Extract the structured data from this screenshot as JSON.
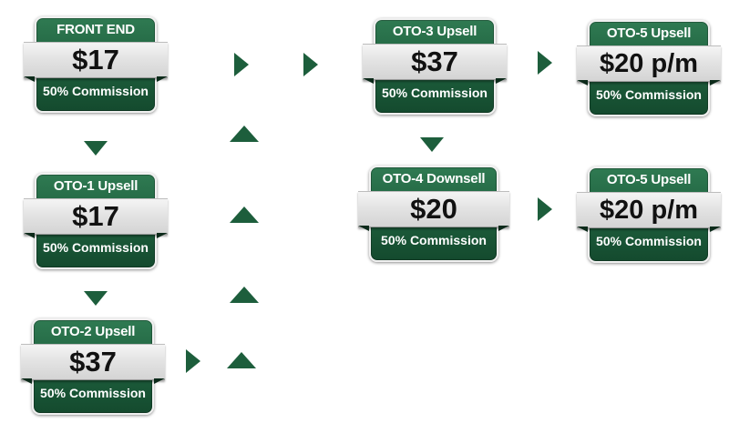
{
  "colors": {
    "card_green": "#1d5e3c",
    "arrow_green": "#1d5e3c",
    "ribbon": "#e2e2e2"
  },
  "cards": [
    {
      "title": "FRONT END",
      "price": "$17",
      "commission": "50% Commission"
    },
    {
      "title": "OTO-1 Upsell",
      "price": "$17",
      "commission": "50% Commission"
    },
    {
      "title": "OTO-2 Upsell",
      "price": "$37",
      "commission": "50% Commission"
    },
    {
      "title": "OTO-3 Upsell",
      "price": "$37",
      "commission": "50% Commission"
    },
    {
      "title": "OTO-4 Downsell",
      "price": "$20",
      "commission": "50% Commission"
    },
    {
      "title": "OTO-5 Upsell",
      "price": "$20 p/m",
      "commission": "50% Commission"
    },
    {
      "title": "OTO-5 Upsell",
      "price": "$20 p/m",
      "commission": "50% Commission"
    }
  ],
  "arrows": {
    "right_icon": "chevron-right-icon",
    "down_icon": "chevron-down-icon",
    "up_icon": "chevron-up-icon"
  }
}
